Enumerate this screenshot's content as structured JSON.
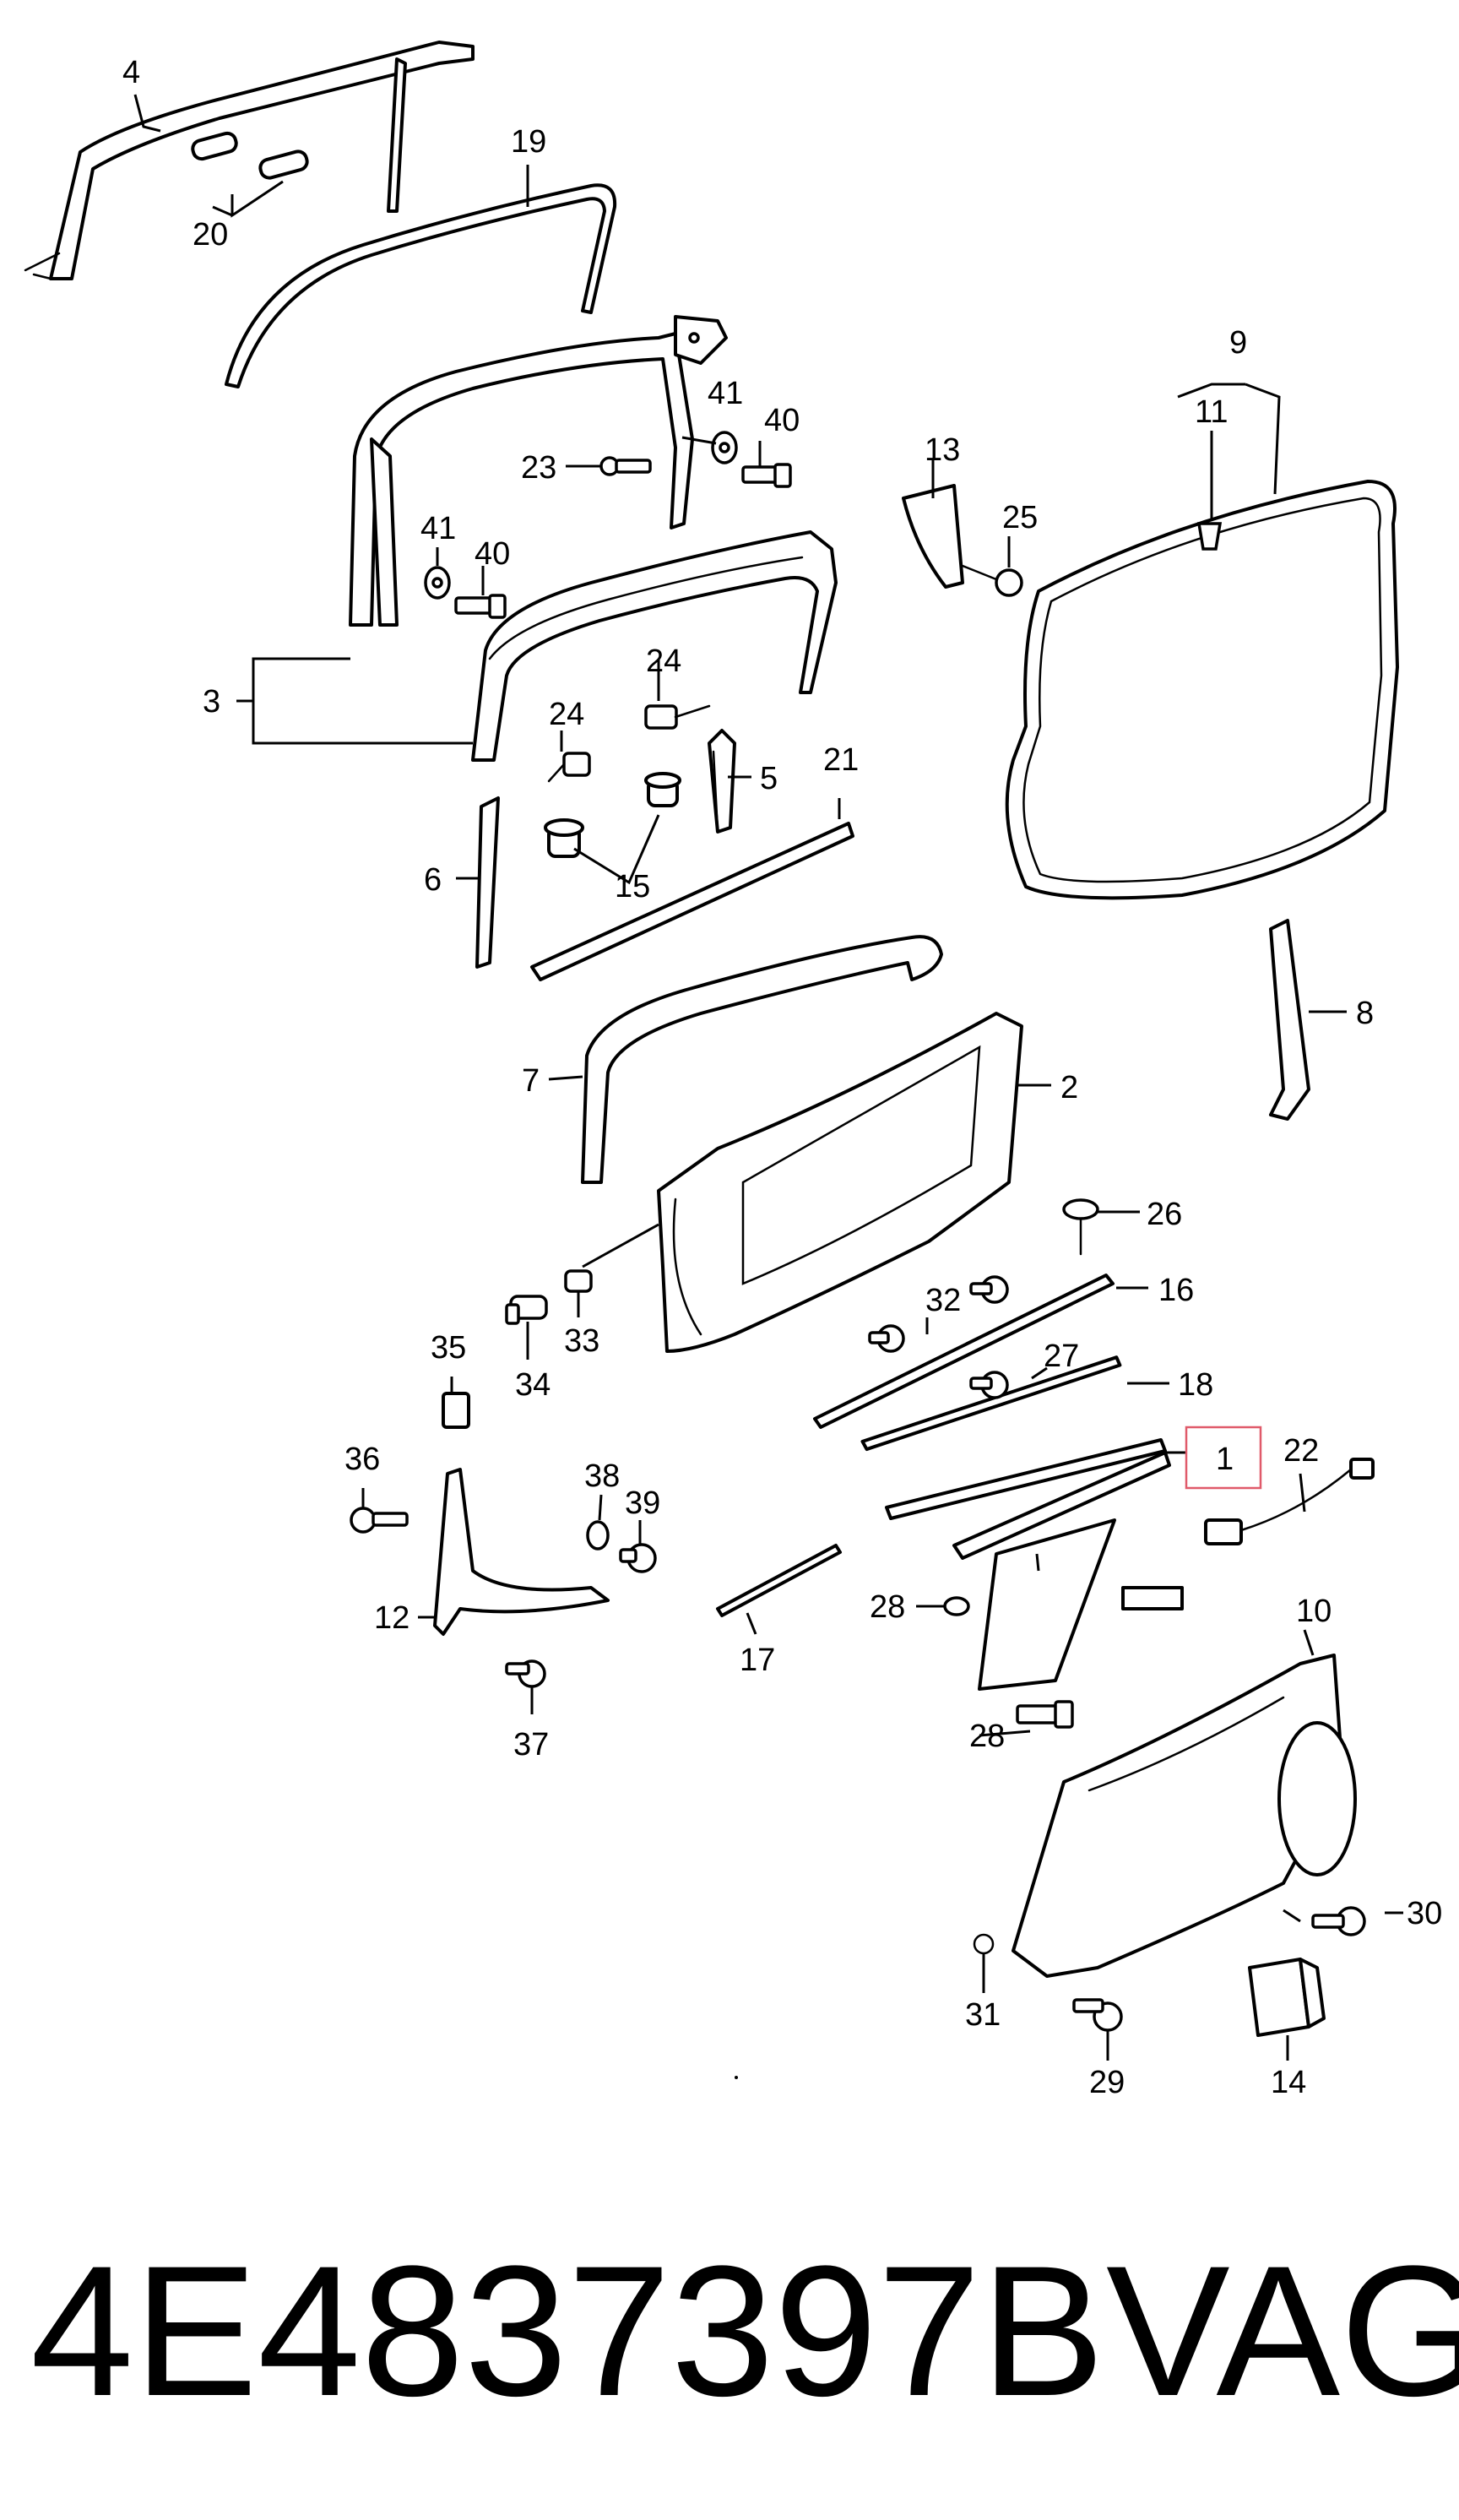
{
  "diagram": {
    "labels": {
      "l1": "1",
      "l2": "2",
      "l3": "3",
      "l4": "4",
      "l5": "5",
      "l6": "6",
      "l7": "7",
      "l8": "8",
      "l9": "9",
      "l10": "10",
      "l11": "11",
      "l12": "12",
      "l13": "13",
      "l14": "14",
      "l15": "15",
      "l16": "16",
      "l17": "17",
      "l18": "18",
      "l19": "19",
      "l20": "20",
      "l21": "21",
      "l22": "22",
      "l23": "23",
      "l24a": "24",
      "l24b": "24",
      "l25": "25",
      "l26": "26",
      "l27": "27",
      "l28a": "28",
      "l28b": "28",
      "l29": "29",
      "l30": "30",
      "l31": "31",
      "l32": "32",
      "l33": "33",
      "l34": "34",
      "l35": "35",
      "l36": "36",
      "l37": "37",
      "l38": "38",
      "l39": "39",
      "l40a": "40",
      "l40b": "40",
      "l41a": "41",
      "l41b": "41"
    },
    "highlight_color": "#e05a6a"
  },
  "caption": {
    "part_number": "4E4837397B",
    "brand": "VAG"
  }
}
